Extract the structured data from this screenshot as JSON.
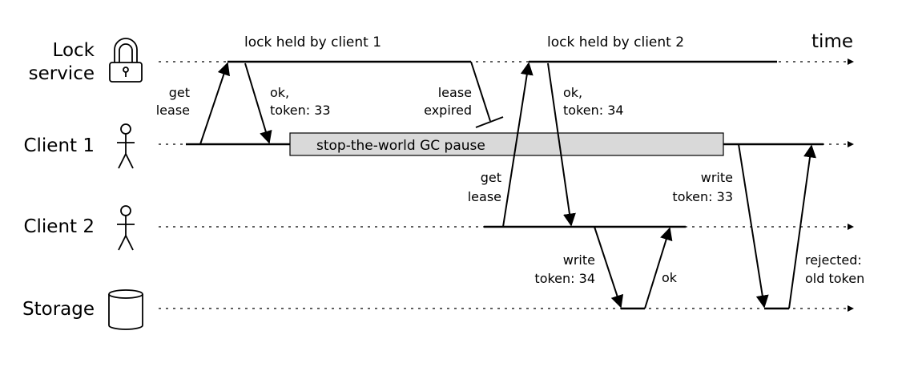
{
  "actors": {
    "lock_service": {
      "label_line1": "Lock",
      "label_line2": "service",
      "icon": "padlock-icon"
    },
    "client1": {
      "label": "Client 1",
      "icon": "person-icon"
    },
    "client2": {
      "label": "Client 2",
      "icon": "person-icon"
    },
    "storage": {
      "label": "Storage",
      "icon": "cylinder-database-icon"
    }
  },
  "time_label": "time",
  "top_labels": {
    "held1": "lock held by client 1",
    "held2": "lock held by client 2"
  },
  "gc_pause": "stop-the-world GC pause",
  "messages": {
    "c1_get_lease": [
      "get",
      "lease"
    ],
    "c1_ok": [
      "ok,",
      "token: 33"
    ],
    "lease_expired": [
      "lease",
      "expired"
    ],
    "c2_ok": [
      "ok,",
      "token: 34"
    ],
    "c2_get_lease": [
      "get",
      "lease"
    ],
    "c1_write": [
      "write",
      "token: 33"
    ],
    "c2_write": [
      "write",
      "token: 34"
    ],
    "c2_storage_ok": "ok",
    "rejected": [
      "rejected:",
      "old token"
    ]
  }
}
